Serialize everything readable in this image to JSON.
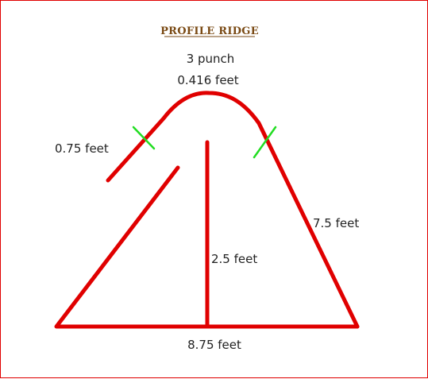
{
  "diagram": {
    "title": "PROFILE  RIDGE",
    "punch_label": "3 punch",
    "arc_label": "0.416 feet",
    "left_flange_label": "0.75 feet",
    "right_side_label": "7.5 feet",
    "center_height_label": "2.5 feet",
    "base_label": "8.75 feet"
  },
  "colors": {
    "outline": "#e00000",
    "title": "#7a4a14",
    "tick": "#22dd22"
  }
}
